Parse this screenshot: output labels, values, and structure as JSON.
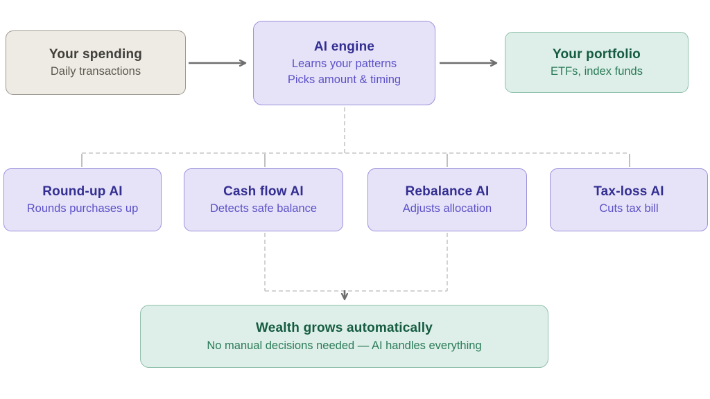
{
  "diagram": {
    "nodes": {
      "spending": {
        "title": "Your spending",
        "subtitle": "Daily transactions"
      },
      "ai_engine": {
        "title": "AI engine",
        "line1": "Learns your patterns",
        "line2": "Picks amount & timing"
      },
      "portfolio": {
        "title": "Your portfolio",
        "subtitle": "ETFs, index funds"
      },
      "round_up": {
        "title": "Round-up AI",
        "subtitle": "Rounds purchases up"
      },
      "cash_flow": {
        "title": "Cash flow AI",
        "subtitle": "Detects safe balance"
      },
      "rebalance": {
        "title": "Rebalance AI",
        "subtitle": "Adjusts allocation"
      },
      "tax_loss": {
        "title": "Tax-loss AI",
        "subtitle": "Cuts tax bill"
      },
      "wealth": {
        "title": "Wealth grows automatically",
        "subtitle": "No manual decisions needed — AI handles everything"
      }
    },
    "colors": {
      "neutral_fill": "#edebe3",
      "neutral_border": "#9a978e",
      "neutral_title": "#3f3e39",
      "neutral_subtitle": "#5a584f",
      "purple_fill": "#e6e3f8",
      "purple_border": "#9b91dc",
      "purple_title": "#332e91",
      "purple_subtitle": "#5b50c7",
      "green_fill": "#ddefe8",
      "green_border": "#8fc0ab",
      "green_title": "#155b41",
      "green_subtitle": "#2a7a58",
      "solid_arrow": "#6e6e6e",
      "dashed_line": "#c6c6c6",
      "stub_line": "#b0b0b0"
    }
  }
}
